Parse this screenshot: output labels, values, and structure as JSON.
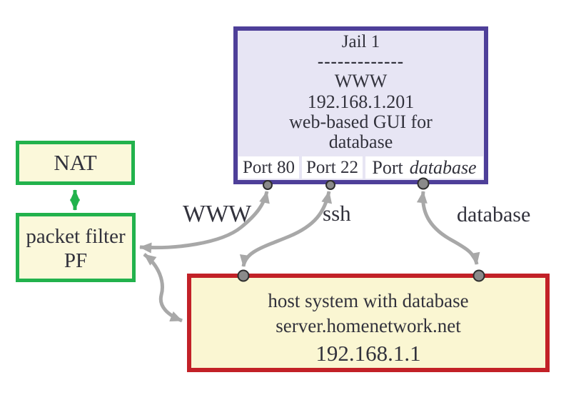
{
  "jail": {
    "title": "Jail 1",
    "divider": "-------------",
    "lines": [
      "WWW",
      "192.168.1.201",
      "web-based GUI for",
      "database"
    ],
    "ports": [
      {
        "label": "Port 80"
      },
      {
        "label": "Port 22"
      },
      {
        "prefix": "Port",
        "name": "database"
      }
    ]
  },
  "nat": {
    "label": "NAT"
  },
  "packet_filter": {
    "line1": "packet filter",
    "line2": "PF"
  },
  "host": {
    "line1": "host system with database",
    "line2": "server.homenetwork.net",
    "line3": "192.168.1.1"
  },
  "connection_labels": {
    "www": "WWW",
    "ssh": "ssh",
    "database": "database"
  },
  "colors": {
    "jail_border": "#4e3f99",
    "jail_fill": "#e7e5f4",
    "green_border": "#22b24c",
    "nat_fill": "#fbf8da",
    "host_border": "#c22127",
    "host_fill": "#faf6d2",
    "port_fill": "#ffffff",
    "arrow_gray": "#a8a8a8",
    "dot_fill": "#8a8a8a",
    "dot_stroke": "#2e2e2e",
    "text_dark": "#32323c"
  }
}
